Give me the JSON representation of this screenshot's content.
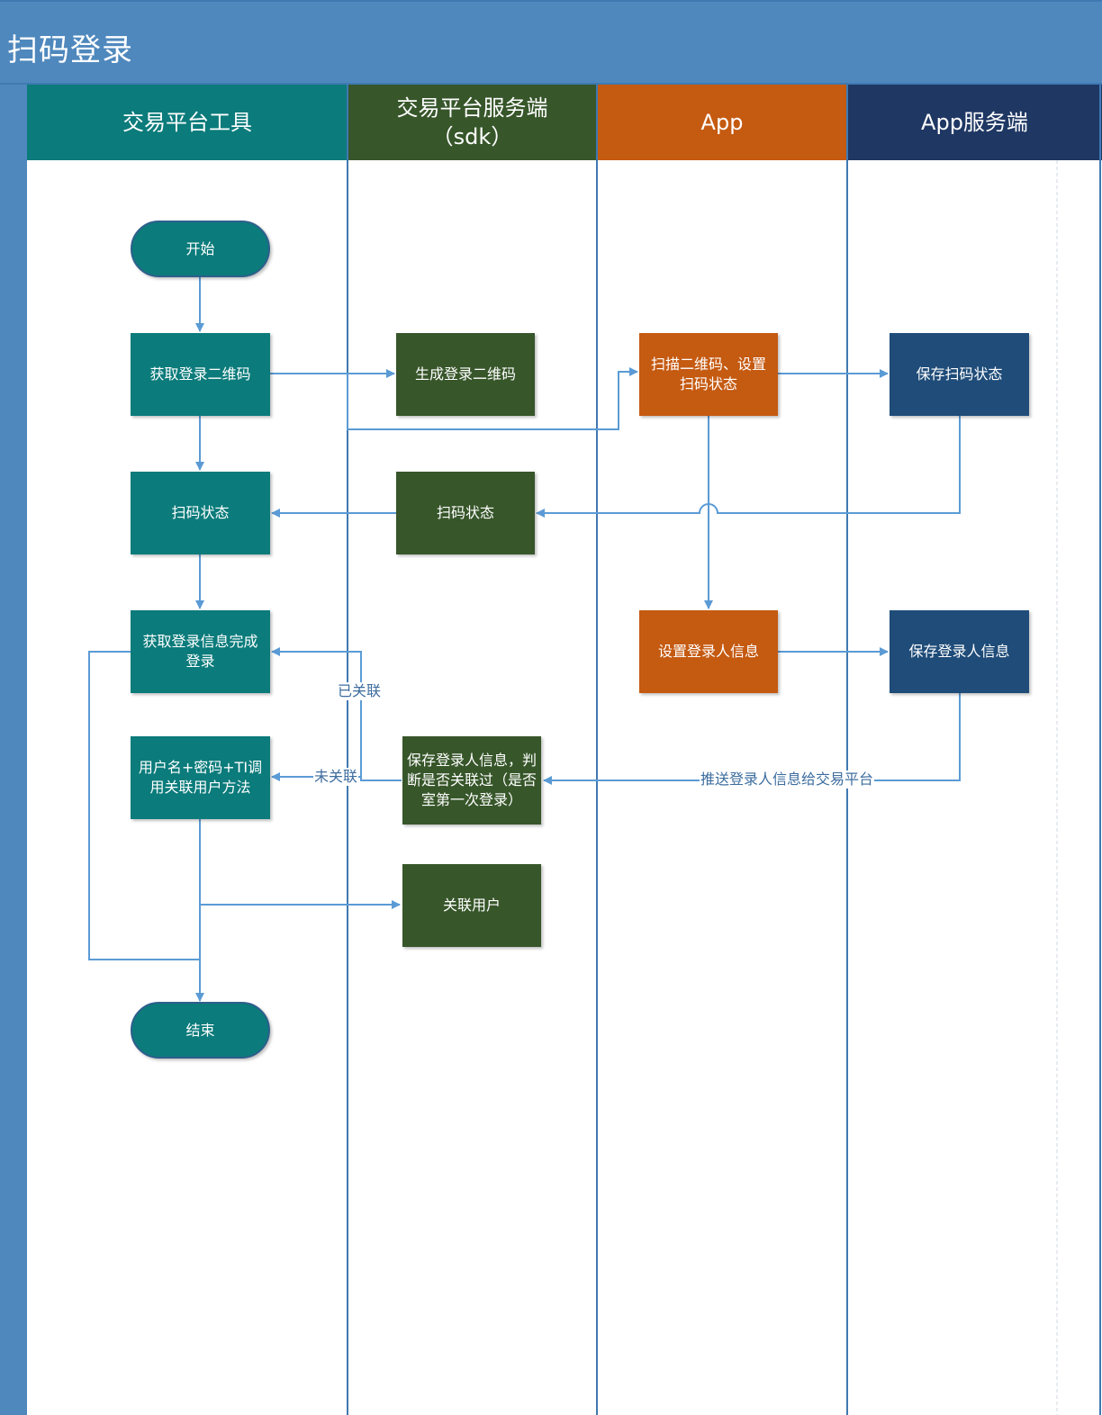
{
  "title": "扫码登录",
  "lanes": [
    {
      "label": "交易平台工具",
      "sub": "",
      "color": "#0b7b7b"
    },
    {
      "label": "交易平台服务端",
      "sub": "（sdk）",
      "color": "#37562a"
    },
    {
      "label": "App",
      "sub": "",
      "color": "#c55a11"
    },
    {
      "label": "App服务端",
      "sub": "",
      "color": "#1f3763"
    }
  ],
  "nodes": {
    "start": "开始",
    "get_qr": "获取登录二维码",
    "gen_qr": "生成登录二维码",
    "scan_set": "扫描二维码、设置扫码状态",
    "save_scan": "保存扫码状态",
    "scan_status_tool": "扫码状态",
    "scan_status_sdk": "扫码状态",
    "get_login_info": "获取登录信息完成登录",
    "set_login_user": "设置登录人信息",
    "save_login_user": "保存登录人信息",
    "call_method": "用户名+密码+TI调用关联用户方法",
    "save_check": "保存登录人信息，判断是否关联过（是否室第一次登录）",
    "link_user": "关联用户",
    "end": "结束"
  },
  "edge_labels": {
    "linked": "已关联",
    "not_linked": "未关联",
    "push": "推送登录人信息给交易平台"
  },
  "colors": {
    "header": "#4f88bd",
    "connector": "#5b9bd5",
    "lane_border": "#3f79b2"
  }
}
